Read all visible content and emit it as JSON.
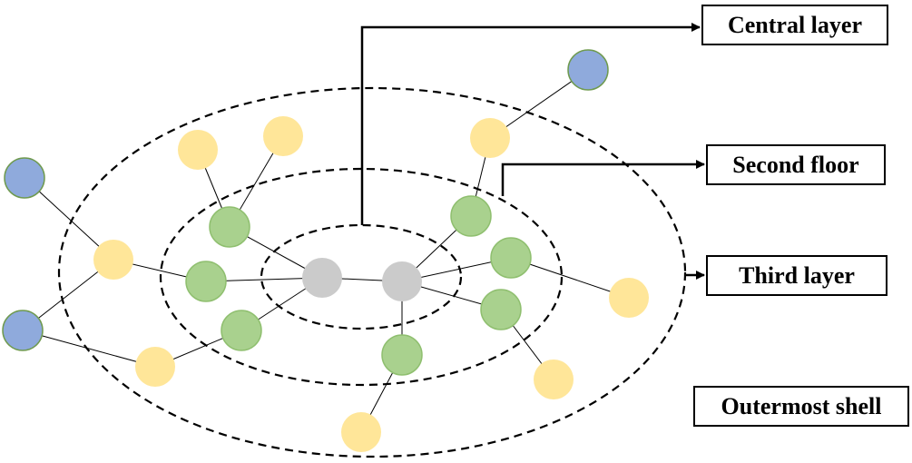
{
  "labels": {
    "central": "Central layer",
    "second": "Second floor",
    "third": "Third layer",
    "outermost": "Outermost shell"
  },
  "colors": {
    "core": "#cbcbcb",
    "second": "#a9d18e",
    "third": "#ffe699",
    "outer": "#8faadc",
    "second_stroke": "#8fbf6f",
    "outer_stroke": "#6f9a4f",
    "line": "#000000"
  },
  "node_groups": [
    "core",
    "second",
    "third",
    "outer"
  ]
}
